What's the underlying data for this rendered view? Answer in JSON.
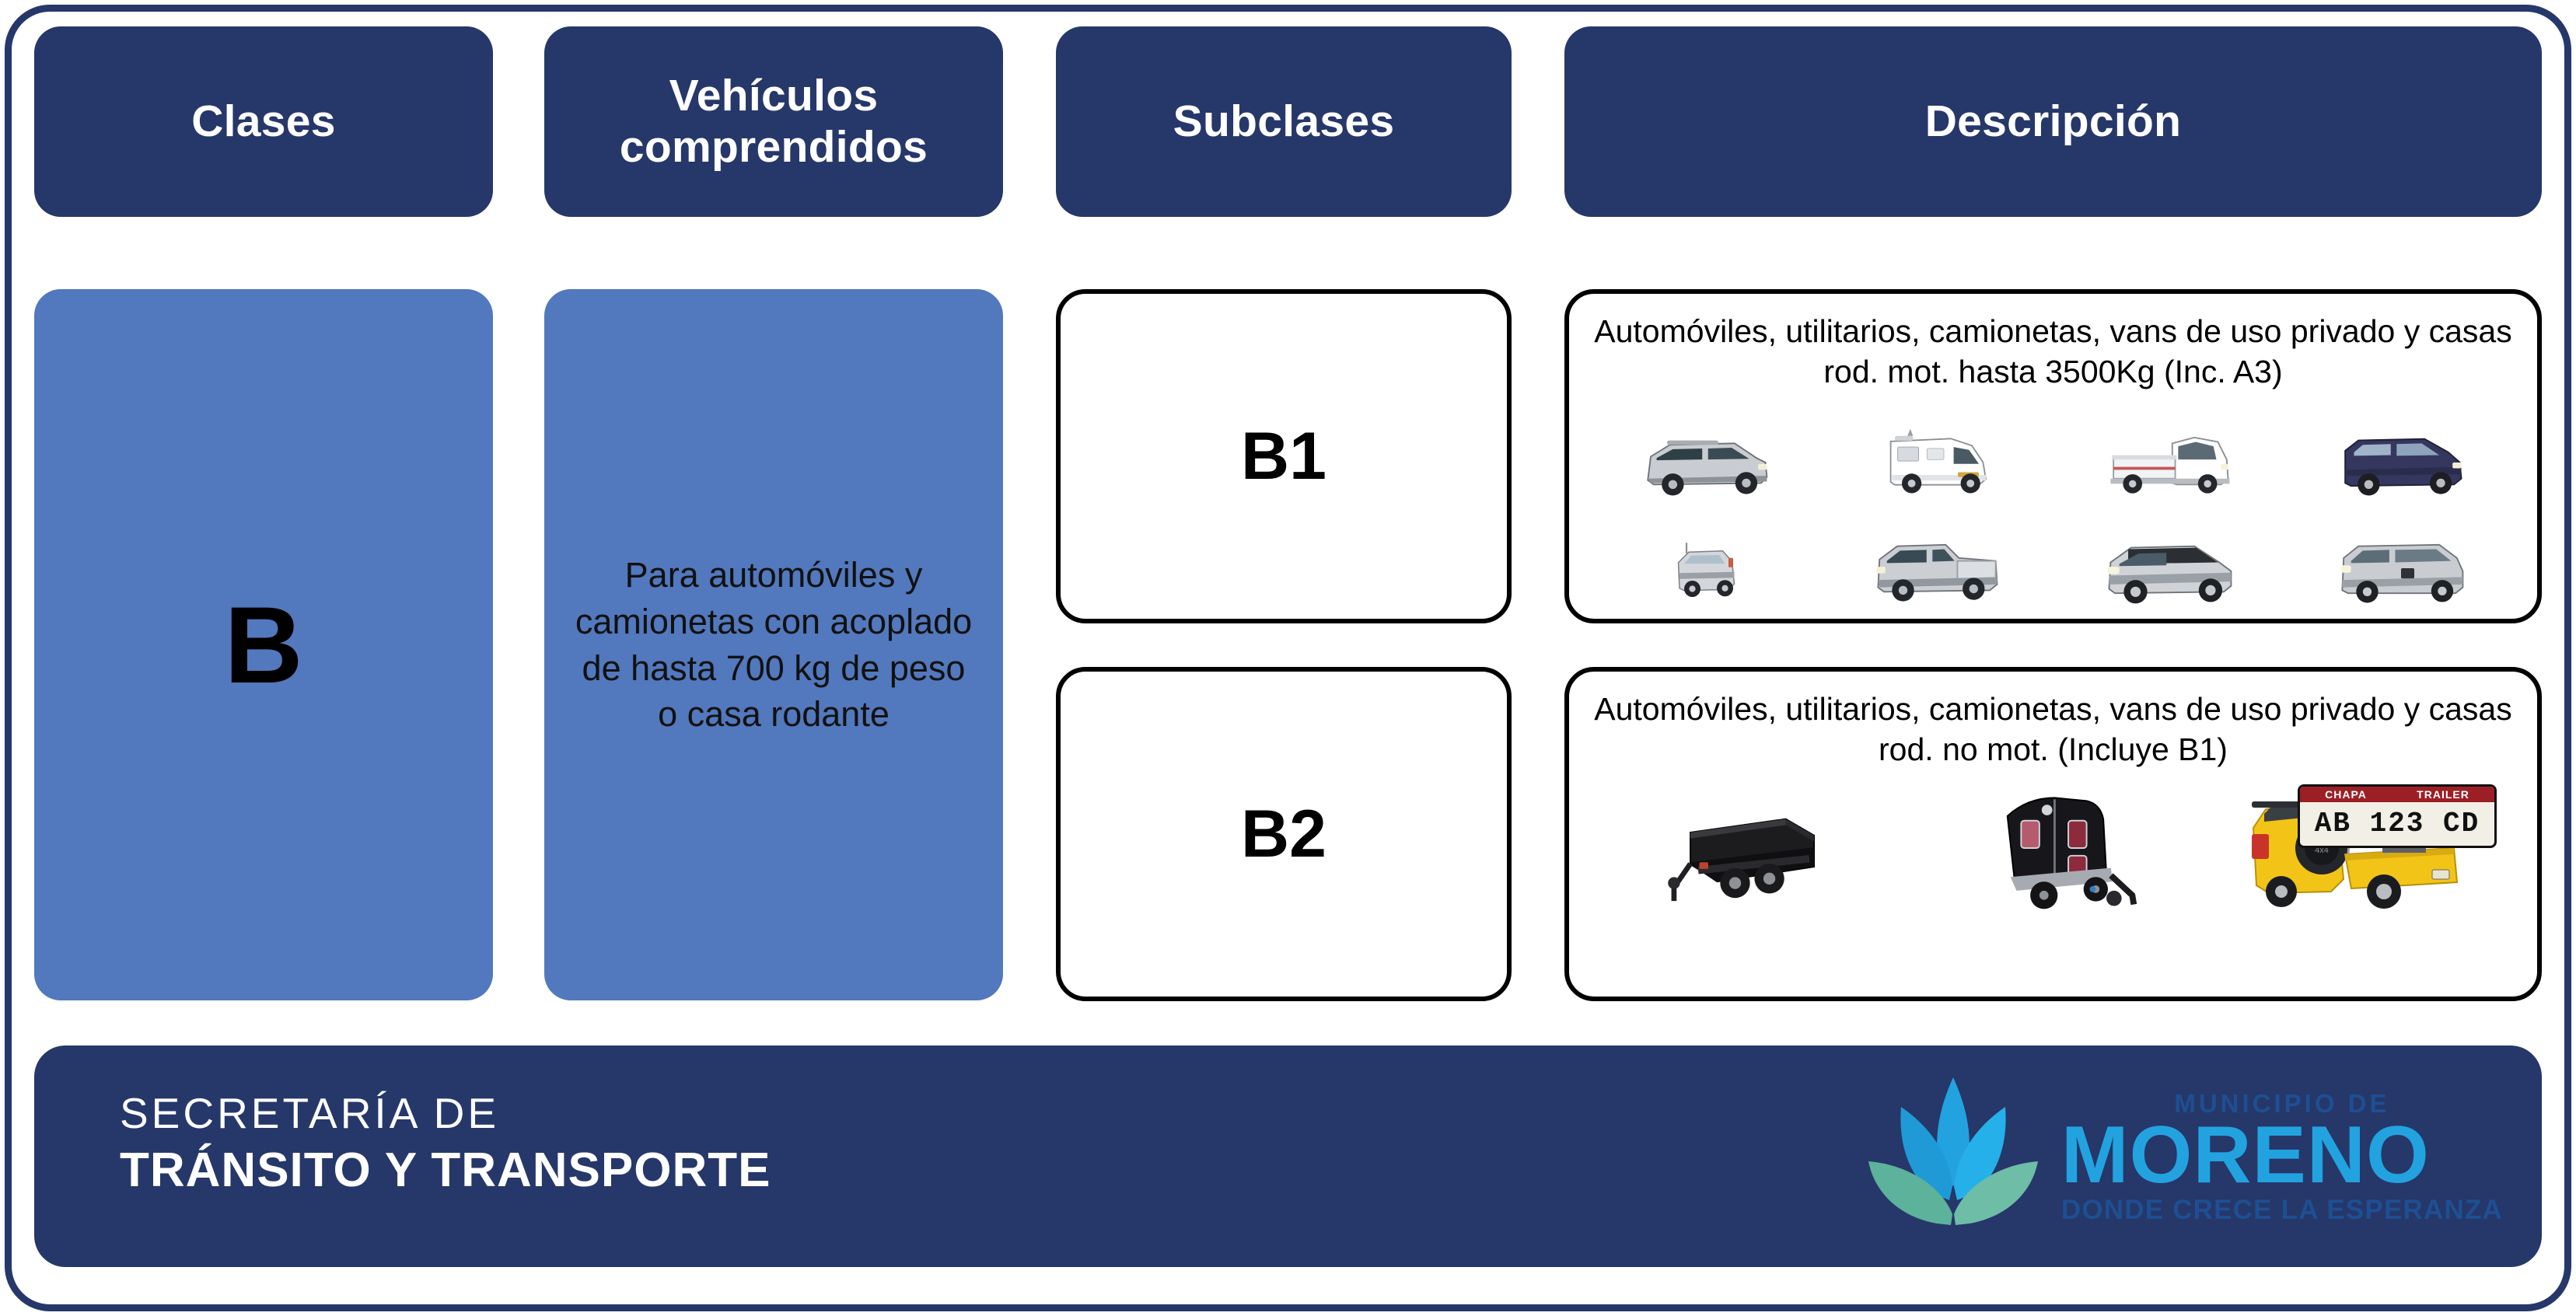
{
  "colors": {
    "navy": "#26376a",
    "medium_blue": "#5278bd",
    "white": "#ffffff",
    "black": "#000000",
    "logo_cyan": "#22a3e0",
    "logo_blue": "#1d4f92",
    "logo_green": "#5cb29a",
    "plate_red": "#9c1f25"
  },
  "header": {
    "columns": [
      {
        "label": "Clases"
      },
      {
        "label": "Vehículos\ncomprendidos"
      },
      {
        "label": "Subclases"
      },
      {
        "label": "Descripción"
      }
    ]
  },
  "row": {
    "class_letter": "B",
    "vehicles_included": "Para automóviles y camionetas con acoplado de hasta 700 kg de peso o casa rodante",
    "subclasses": [
      {
        "code": "B1",
        "description": "Automóviles, utilitarios, camionetas, vans de uso privado y casas rod. mot. hasta 3500Kg (Inc. A3)",
        "vehicle_icons": [
          "suv-silver-icon",
          "motorhome-van-white-icon",
          "mini-flatbed-truck-white-icon",
          "minivan-darkblue-icon",
          "microcar-smart-silver-icon",
          "pickup-doublecab-silver-icon",
          "crossover-suv-silver-icon",
          "cargo-van-silver-icon"
        ]
      },
      {
        "code": "B2",
        "description": "Automóviles, utilitarios, camionetas, vans de uso privado y casas rod. no mot. (Incluye B1)",
        "vehicle_icons": [
          "utility-trailer-black-icon",
          "enclosed-trailer-black-icon",
          "suv-yellow-towing-trailer-icon"
        ],
        "plate": {
          "left_label": "CHAPA",
          "right_label": "TRAILER",
          "number": "AB 123 CD"
        }
      }
    ]
  },
  "footer": {
    "line1": "SECRETARÍA DE",
    "line2": "TRÁNSITO Y TRANSPORTE",
    "logo": {
      "top": "MUNICIPIO DE",
      "main": "MORENO",
      "sub": "DONDE CRECE LA ESPERANZA",
      "mark": "leaf-plant-icon"
    }
  }
}
